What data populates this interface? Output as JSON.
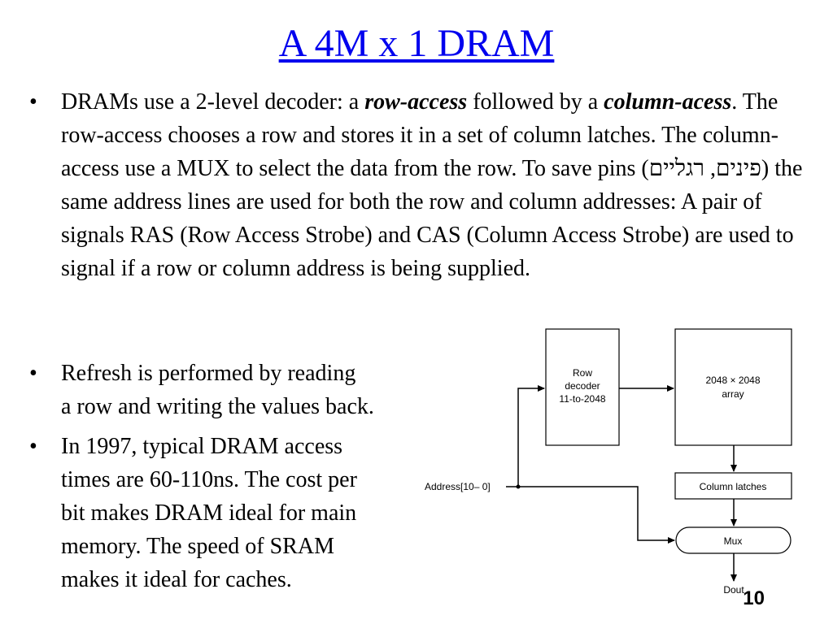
{
  "slide": {
    "title": "A 4M x 1 DRAM",
    "page_number": "10",
    "title_color": "#0000ee"
  },
  "bullets": [
    {
      "marker": "•",
      "p1": "DRAMs use a 2-level decoder: a ",
      "em1": "row-access",
      "p2": " followed by a ",
      "em2": "column-acess",
      "p3": ". The row-access chooses a row and stores it in a set of column latches. The column-access use a MUX to select the data from the row. To save pins (",
      "hebrew": "פינים, רגליים",
      "p4": ") the same address lines are used for both the row and column addresses: A pair of signals RAS (Row Access Strobe) and CAS (Column Access Strobe) are used to signal if a row or column address is being supplied."
    },
    {
      "marker": "•",
      "line1": "Refresh is performed by reading",
      "line2": "a row and writing the values back."
    },
    {
      "marker": "•",
      "line1": "In 1997, typical DRAM access",
      "line2": "times are 60-110ns. The cost per",
      "line3": "bit makes DRAM ideal for main",
      "line4": "memory. The speed of SRAM",
      "line5": "makes it ideal for caches."
    }
  ],
  "diagram": {
    "row_decoder": {
      "line1": "Row",
      "line2": "decoder",
      "line3": "11-to-2048"
    },
    "array": {
      "line1": "2048 × 2048",
      "line2": "array"
    },
    "column_latches": "Column latches",
    "mux": "Mux",
    "address": "Address[10– 0]",
    "dout": "Dout"
  }
}
